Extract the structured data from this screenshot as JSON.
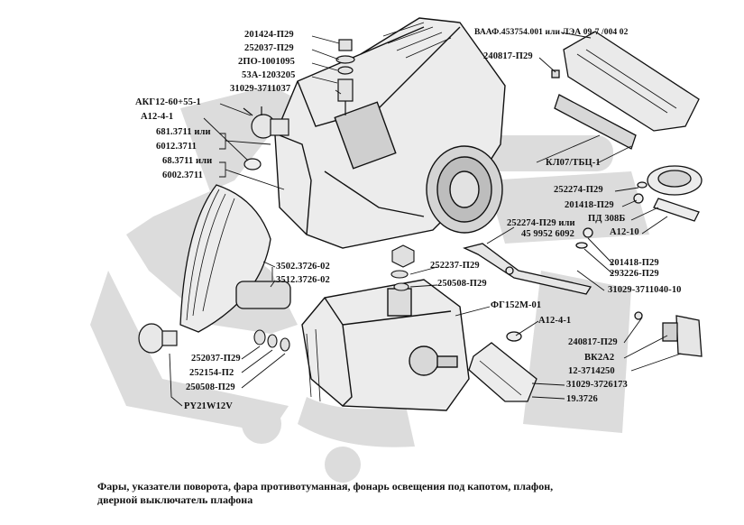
{
  "labels": {
    "l01": "201424-П29",
    "l02": "252037-П29",
    "l03": "2ПО-1001095",
    "l04": "53А-1203205",
    "l05": "31029-3711037",
    "l06": "АКГ12-60+55-1",
    "l07": "А12-4-1",
    "l08": "681.3711 или",
    "l09": "6012.3711",
    "l10": "68.3711 или",
    "l11": "6002.3711",
    "l12": "ВААФ.453754.001 или ЛЭА 09-7 /004 02",
    "l13": "240817-П29",
    "l14": "КЛ07/ТБЦ-1",
    "l15": "252274-П29",
    "l16": "201418-П29",
    "l17": "ПД 308Б",
    "l18": "А12-10",
    "l19": "252274-П29 или",
    "l20": "45 9952 6092",
    "l21": "201418-П29",
    "l22": "293226-П29",
    "l23": "31029-3711040-10",
    "l24": "252237-П29",
    "l25": "250508-П29",
    "l26": "3502.3726-02",
    "l27": "3512.3726-02",
    "l28": "ФГ152М-01",
    "l29": "А12-4-1",
    "l30": "240817-П29",
    "l31": "ВК2А2",
    "l32": "12-3714250",
    "l33": "31029-3726173",
    "l34": "19.3726",
    "l35": "252037-П29",
    "l36": "252154-П2",
    "l37": "250508-П29",
    "l38": "PY21W12V"
  },
  "caption": {
    "line1": "Фары, указатели поворота, фара противотуманная, фонарь освещения под капотом, плафон,",
    "line2": "дверной выключатель плафона"
  },
  "colors": {
    "ink": "#111111",
    "watermark": "#dcdcdc",
    "part_fill": "#e8e8e8"
  }
}
